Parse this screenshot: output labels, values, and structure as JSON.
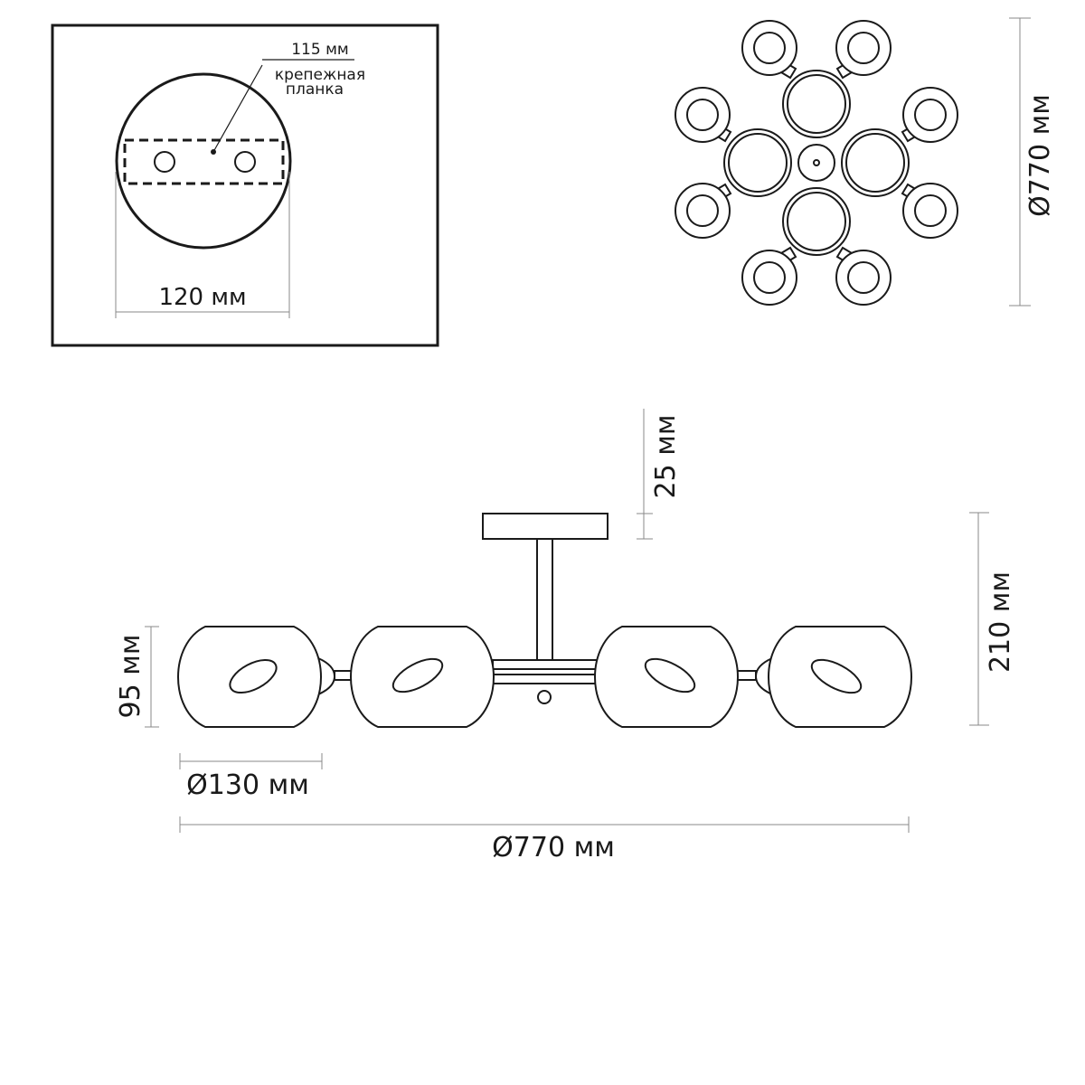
{
  "mount_plate": {
    "label_115": "115 мм",
    "label_mounting": "крепежная",
    "label_mounting_2": "планка",
    "label_width": "120 мм"
  },
  "top_view": {
    "label_diameter": "Ø770 мм"
  },
  "side_view": {
    "label_canopy": "25 мм",
    "label_height": "210 мм",
    "label_shade_height": "95 мм",
    "label_shade_diameter": "Ø130 мм",
    "label_total_diameter": "Ø770 мм"
  }
}
